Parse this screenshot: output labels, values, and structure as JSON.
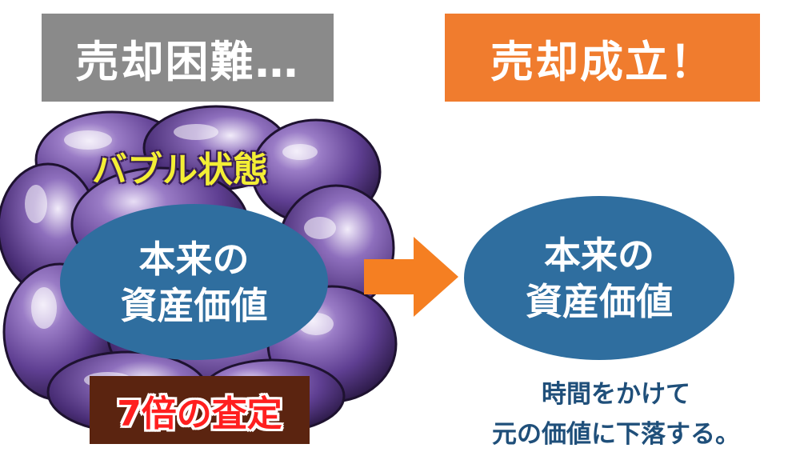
{
  "left_label": "売却困難…",
  "right_label": "売却成立！",
  "bubble_state": "バブル状態",
  "value_box_left": {
    "line1": "本来の",
    "line2": "資産価値"
  },
  "value_box_right": {
    "line1": "本来の",
    "line2": "資産価値"
  },
  "valuation": "7倍の査定",
  "caption": {
    "line1": "時間をかけて",
    "line2": "元の価値に下落する。"
  },
  "colors": {
    "left_label_bg": "#8a8a8a",
    "right_label_bg": "#f07c2e",
    "ellipse": "#2f6e9f",
    "arrow": "#f57f22",
    "bubble": "#6b4a9a",
    "bubble_text": "#f3ee35",
    "valuation_text": "#ff1f1f",
    "valuation_bg": "#5b2410",
    "caption_text": "#1f4f7a"
  },
  "icons": {
    "transition": "right-arrow-icon",
    "bubble_cluster": "bubble-cluster-icon"
  }
}
